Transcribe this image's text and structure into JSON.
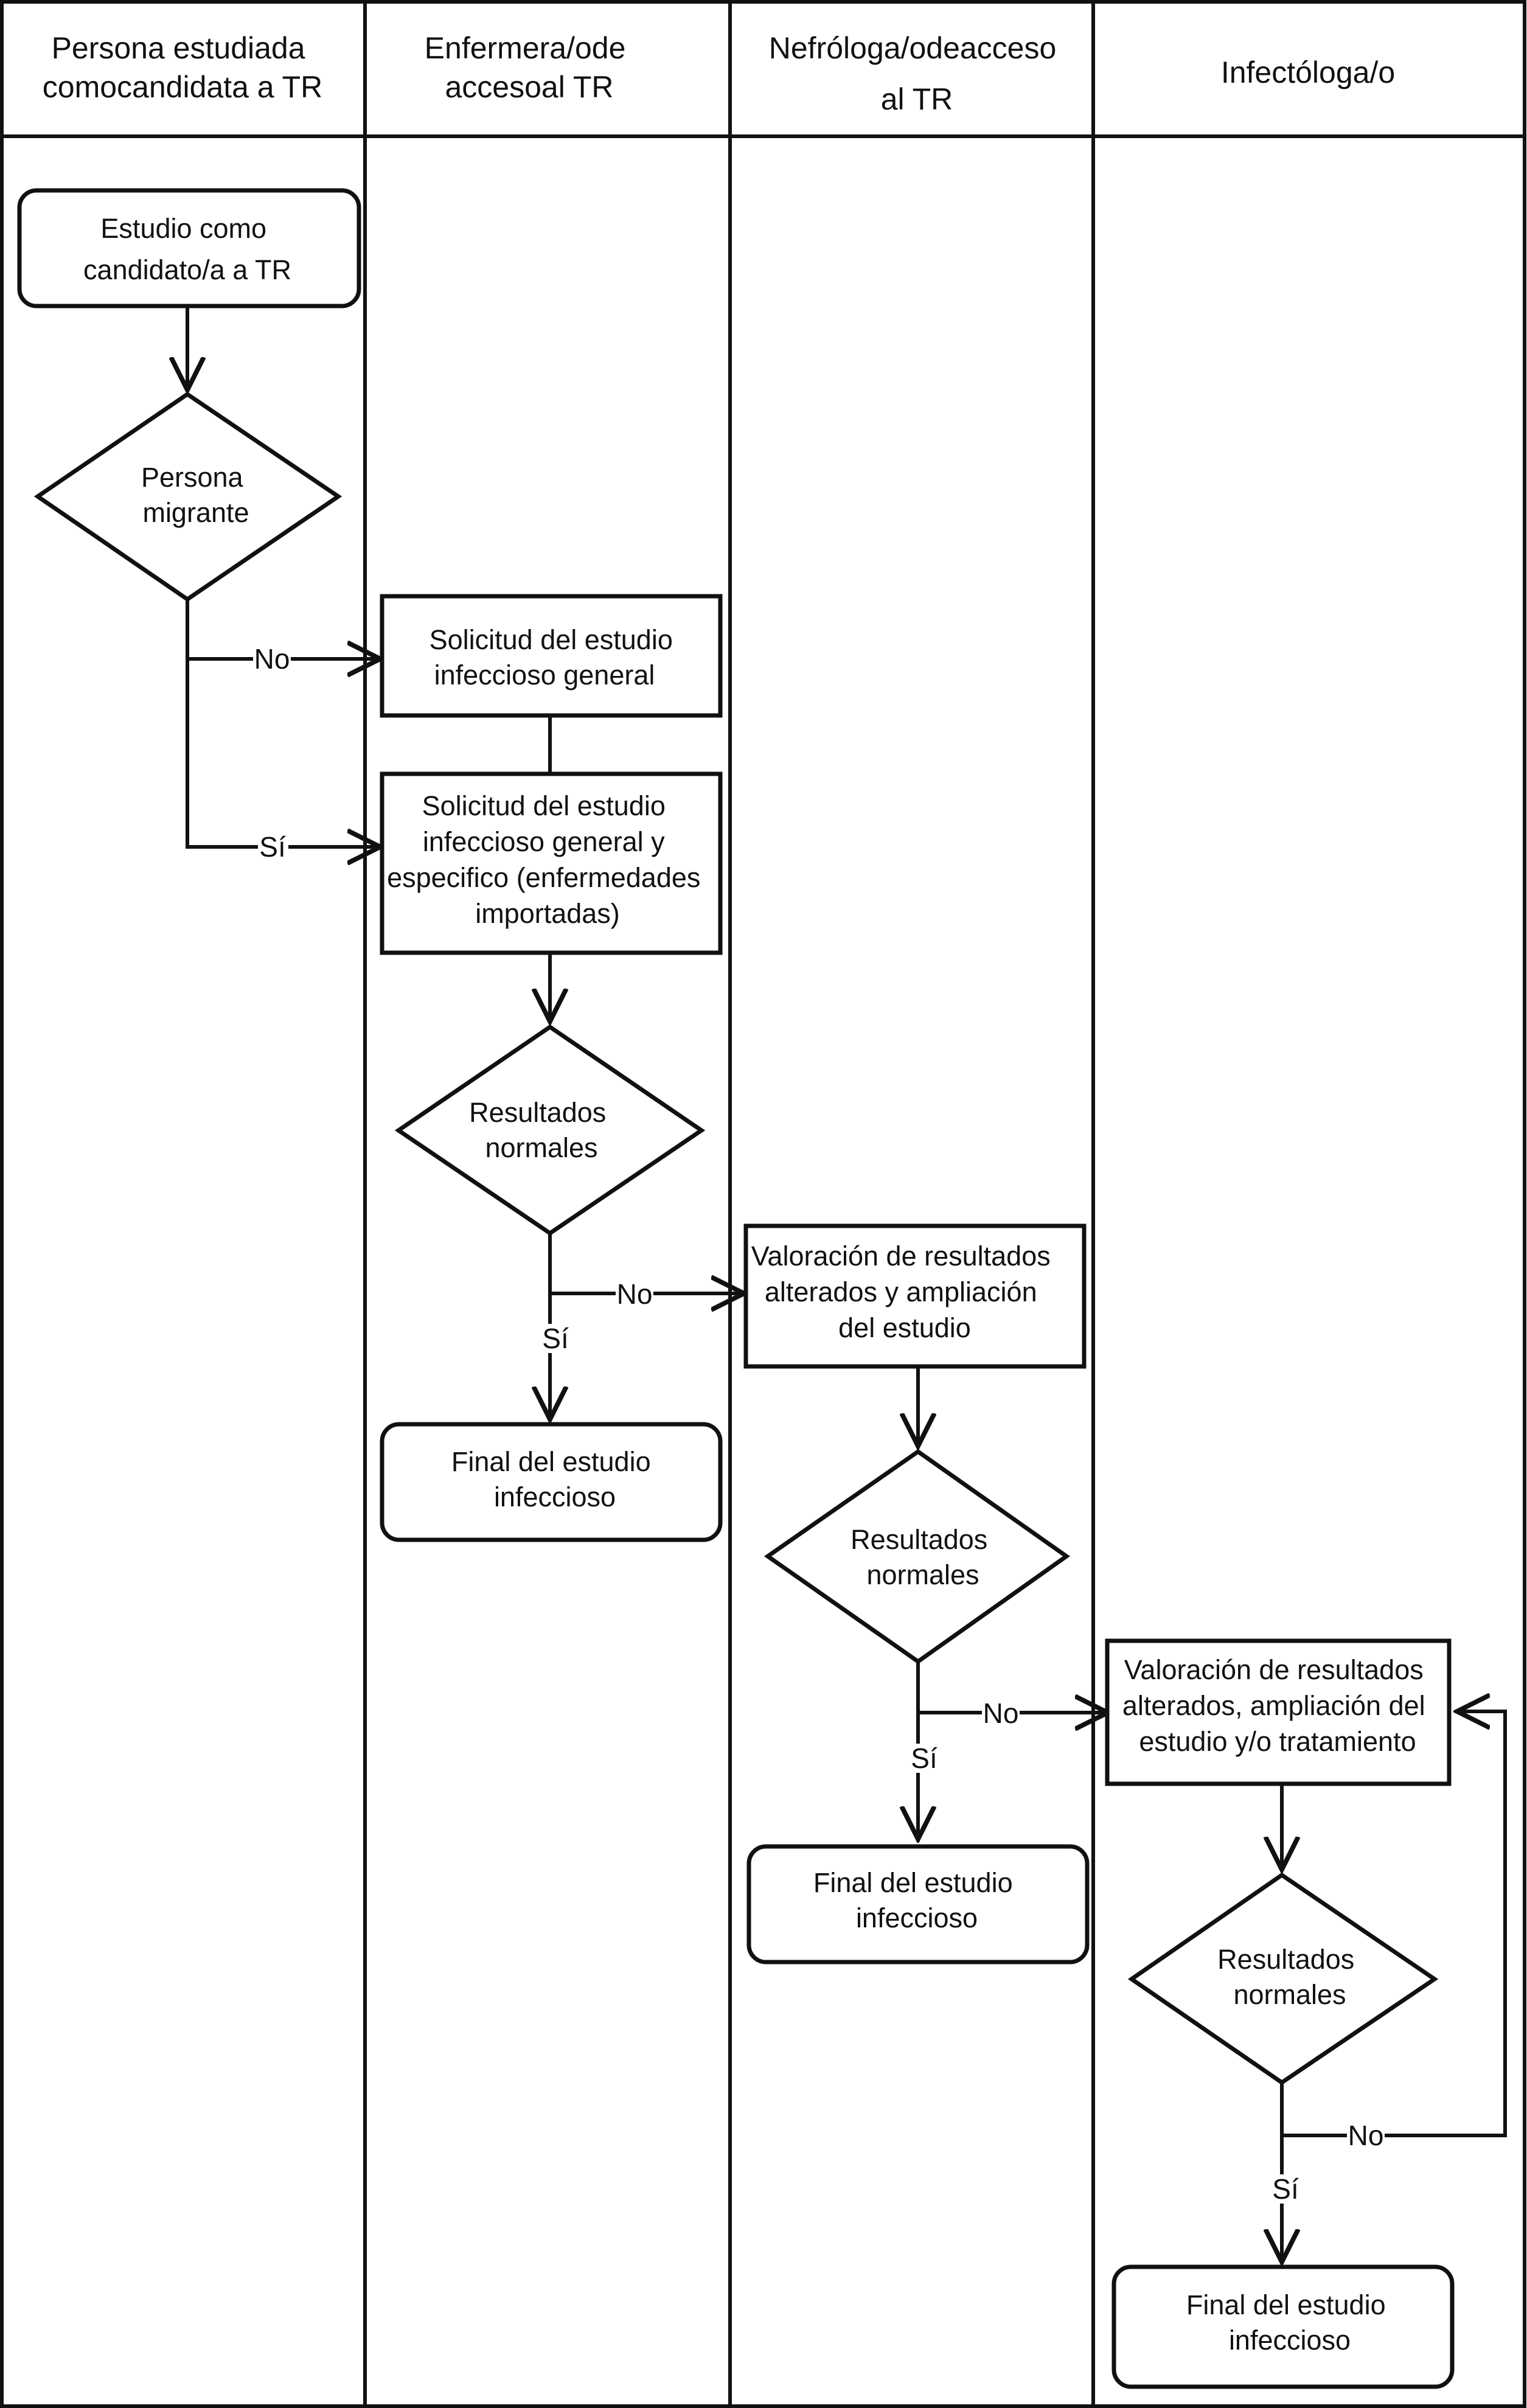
{
  "lanes": [
    {
      "id": "persona",
      "title": [
        "Persona estudiada",
        "comocandidata a TR"
      ]
    },
    {
      "id": "enfermera",
      "title": [
        "Enfermera/ode",
        "accesoal TR"
      ]
    },
    {
      "id": "nefrologa",
      "title": [
        "Nefróloga/odeacceso",
        "al TR"
      ]
    },
    {
      "id": "infectologa",
      "title": [
        "Infectóloga/o"
      ]
    }
  ],
  "nodes": {
    "start": {
      "type": "terminal",
      "lines": [
        "Estudio como",
        "candidato/a a TR"
      ]
    },
    "d_migrante": {
      "type": "decision",
      "lines": [
        "Persona",
        "migrante"
      ]
    },
    "p_general": {
      "type": "process",
      "lines": [
        "Solicitud del estudio",
        "infeccioso general"
      ]
    },
    "p_especifico": {
      "type": "process",
      "lines": [
        "Solicitud del estudio",
        "infeccioso general y",
        "especifico (enfermedades",
        "importadas)"
      ]
    },
    "d_result1": {
      "type": "decision",
      "lines": [
        "Resultados",
        "normales"
      ]
    },
    "end1": {
      "type": "terminal",
      "lines": [
        "Final del estudio",
        "infeccioso"
      ]
    },
    "p_val_nefro": {
      "type": "process",
      "lines": [
        "Valoración de resultados",
        "alterados y ampliación",
        "del estudio"
      ]
    },
    "d_result2": {
      "type": "decision",
      "lines": [
        "Resultados",
        "normales"
      ]
    },
    "end2": {
      "type": "terminal",
      "lines": [
        "Final del estudio",
        "infeccioso"
      ]
    },
    "p_val_infecto": {
      "type": "process",
      "lines": [
        "Valoración de resultados",
        "alterados, ampliación del",
        "estudio y/o tratamiento"
      ]
    },
    "d_result3": {
      "type": "decision",
      "lines": [
        "Resultados",
        "normales"
      ]
    },
    "end3": {
      "type": "terminal",
      "lines": [
        "Final del estudio",
        "infeccioso"
      ]
    }
  },
  "edge_labels": {
    "migrante_no": "No",
    "migrante_si": "Sí",
    "result1_no": "No",
    "result1_si": "Sí",
    "result2_no": "No",
    "result2_si": "Sí",
    "result3_no": "No",
    "result3_si": "Sí"
  }
}
